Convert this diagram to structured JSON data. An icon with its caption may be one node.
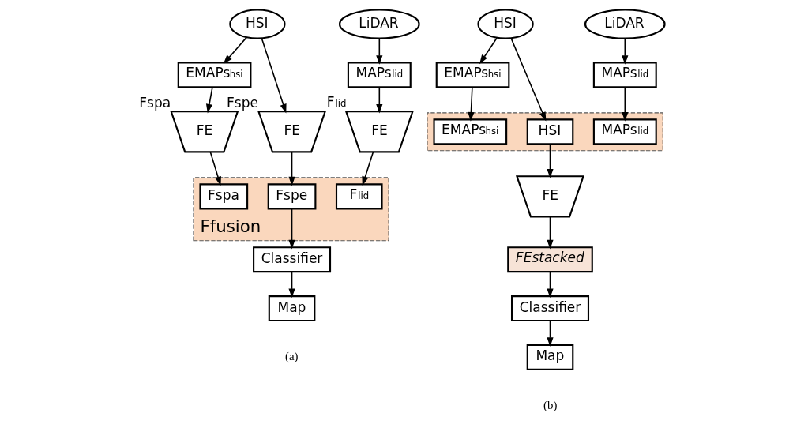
{
  "diagram": {
    "nodes": [
      {
        "text": [
          "HSI"
        ]
      },
      {
        "text": [
          "LiDAR"
        ]
      },
      {
        "text": [
          "EMAPs$_{hsi}$"
        ]
      },
      {
        "text": [
          "MAPs$_{lid}$"
        ]
      },
      {
        "text": [
          "FE"
        ],
        "beside": [
          "Fspa"
        ]
      },
      {
        "text": [
          "FE"
        ],
        "beside": [
          "Fspe"
        ]
      },
      {
        "text": [
          "FE"
        ],
        "beside": [
          "F$_{lid}$"
        ]
      },
      {
        "text": [
          "Ffusion"
        ]
      },
      {
        "text": [
          "Fspa"
        ],
        "in": 7
      },
      {
        "text": [
          "Fspe"
        ],
        "in": 7
      },
      {
        "text": [
          "F$_{lid}$"
        ],
        "in": 7
      },
      {
        "text": [
          "Classifier"
        ]
      },
      {
        "text": [
          "Map"
        ]
      },
      {
        "text": [
          "HSI"
        ]
      },
      {
        "text": [
          "LiDAR"
        ]
      },
      {
        "text": [
          "EMAPs$_{hsi}$"
        ]
      },
      {
        "text": [
          "MAPs$_{lid}$"
        ]
      },
      {
        "text": [],
        "shape": "box"
      },
      {
        "text": [
          "EMAPs$_{hsi}$"
        ],
        "in": 17
      },
      {
        "text": [
          "HSI"
        ],
        "in": 17
      },
      {
        "text": [
          "MAPs$_{lid}$"
        ],
        "in": 17
      },
      {
        "text": [
          "FE"
        ]
      },
      {
        "text": [
          "FEstacked"
        ]
      },
      {
        "text": [
          "Classifier"
        ]
      },
      {
        "text": [
          "Map"
        ]
      }
    ],
    "edges": [
      {
        "from": 0,
        "to": 2,
        "arrow": "to"
      },
      {
        "from": 0,
        "to": 5,
        "arrow": "to"
      },
      {
        "from": 1,
        "to": 3,
        "arrow": "to"
      },
      {
        "from": 2,
        "to": 4,
        "arrow": "to"
      },
      {
        "from": 3,
        "to": 6,
        "arrow": "to"
      },
      {
        "from": 4,
        "to": 8,
        "arrow": "to"
      },
      {
        "from": 5,
        "to": 9,
        "arrow": "to"
      },
      {
        "from": 6,
        "to": 10,
        "arrow": "to"
      },
      {
        "from": 9,
        "to": 11,
        "arrow": "to"
      },
      {
        "from": 11,
        "to": 12,
        "arrow": "to"
      },
      {
        "from": 13,
        "to": 15,
        "arrow": "to"
      },
      {
        "from": 13,
        "to": 19,
        "arrow": "to"
      },
      {
        "from": 14,
        "to": 16,
        "arrow": "to"
      },
      {
        "from": 15,
        "to": 18,
        "arrow": "to"
      },
      {
        "from": 16,
        "to": 20,
        "arrow": "to"
      },
      {
        "from": 19,
        "to": 21,
        "arrow": "to"
      },
      {
        "from": 21,
        "to": 22,
        "arrow": "to"
      },
      {
        "from": 22,
        "to": 23,
        "arrow": "to"
      },
      {
        "from": 23,
        "to": 24,
        "arrow": "to"
      }
    ],
    "labels": [
      "(a)",
      "(b)"
    ]
  }
}
